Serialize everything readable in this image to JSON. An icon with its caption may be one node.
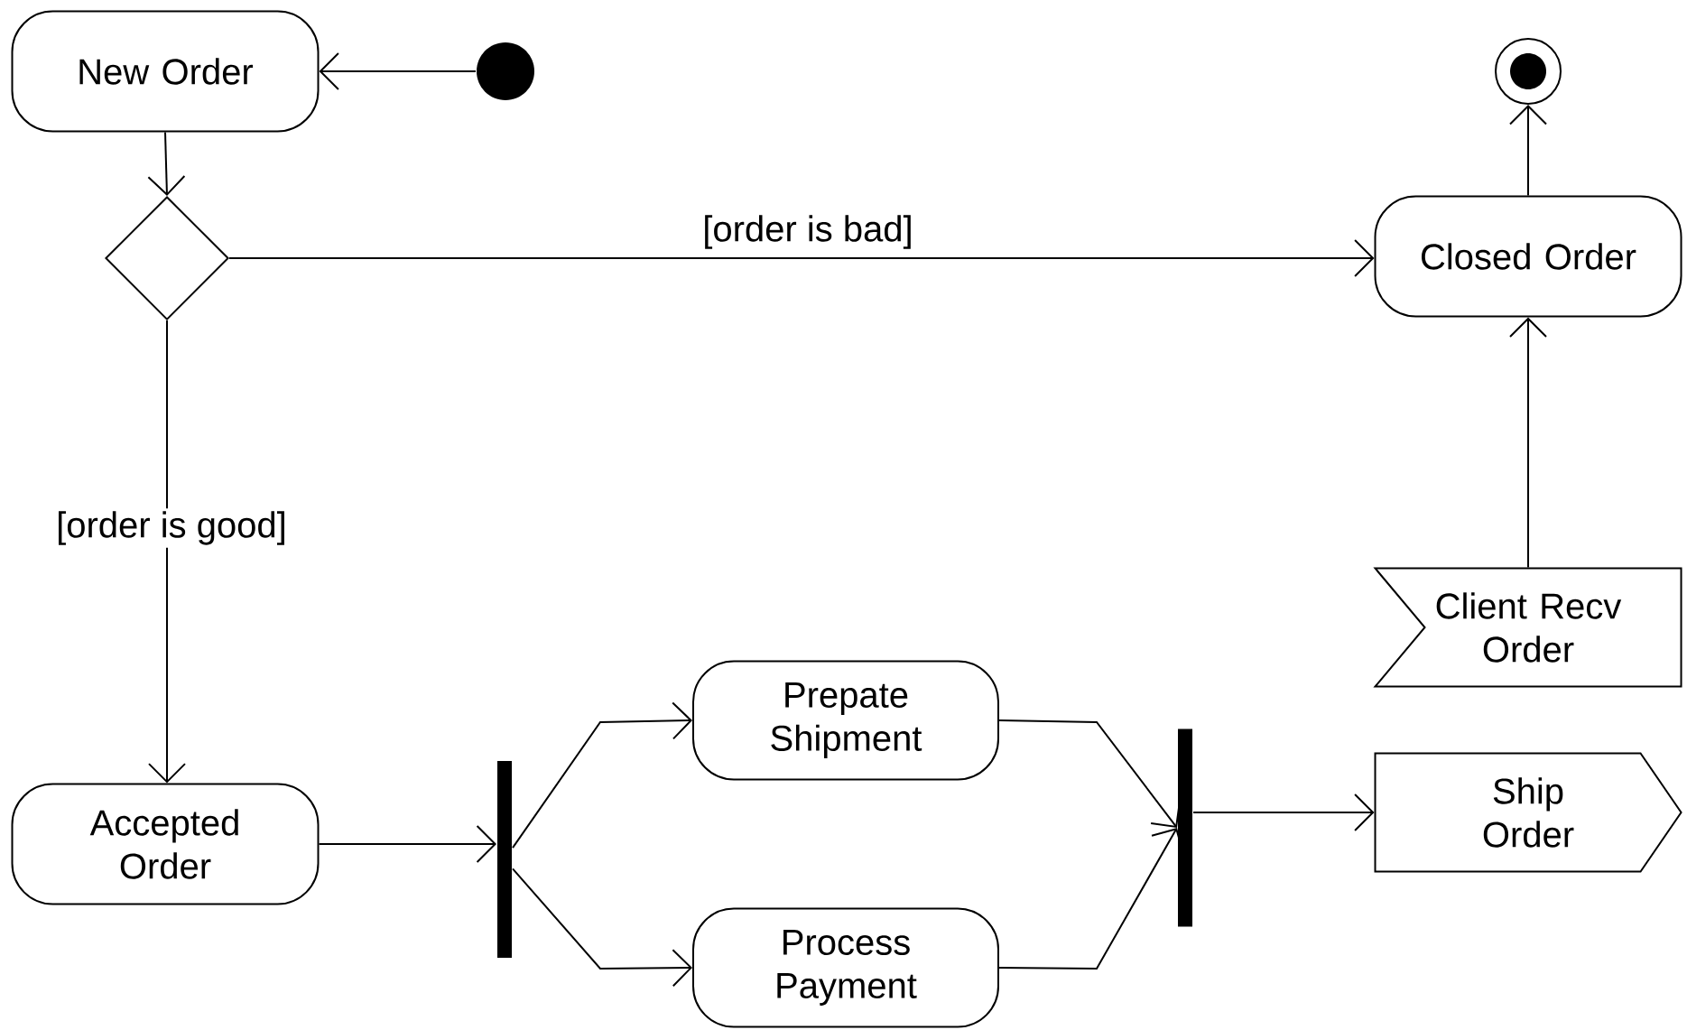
{
  "diagram": {
    "nodes": [
      {
        "text": [
          "New Order"
        ]
      },
      {
        "text": [],
        "shape": "circle"
      },
      {
        "text": [],
        "shape": "diamond"
      },
      {
        "text": [
          "Closed Order"
        ]
      },
      {
        "text": [],
        "shape": "circle"
      },
      {
        "text": [
          "Client Recv Order"
        ]
      },
      {
        "text": [
          "Accepted Order"
        ]
      },
      {
        "text": [],
        "shape": "bar"
      },
      {
        "text": [
          "Prepate Shipment"
        ]
      },
      {
        "text": [
          "Process Payment"
        ]
      },
      {
        "text": [],
        "shape": "bar"
      },
      {
        "text": [
          "Ship Order"
        ]
      }
    ],
    "edges": [
      {
        "from": 1,
        "to": 0,
        "arrow": "to"
      },
      {
        "from": 0,
        "to": 2,
        "arrow": "to"
      },
      {
        "from": 2,
        "to": 3,
        "arrow": "to",
        "label": "[order is bad]"
      },
      {
        "from": 2,
        "to": 6,
        "arrow": "to",
        "label": "[order is good]"
      },
      {
        "from": 3,
        "to": 4,
        "arrow": "to"
      },
      {
        "from": 5,
        "to": 3,
        "arrow": "to"
      },
      {
        "from": 6,
        "to": 7,
        "arrow": "to"
      },
      {
        "from": 7,
        "to": 8,
        "arrow": "to"
      },
      {
        "from": 7,
        "to": 9,
        "arrow": "to"
      },
      {
        "from": 8,
        "to": 10,
        "arrow": "to"
      },
      {
        "from": 9,
        "to": 10,
        "arrow": "to"
      },
      {
        "from": 10,
        "to": 11,
        "arrow": "to"
      }
    ]
  }
}
